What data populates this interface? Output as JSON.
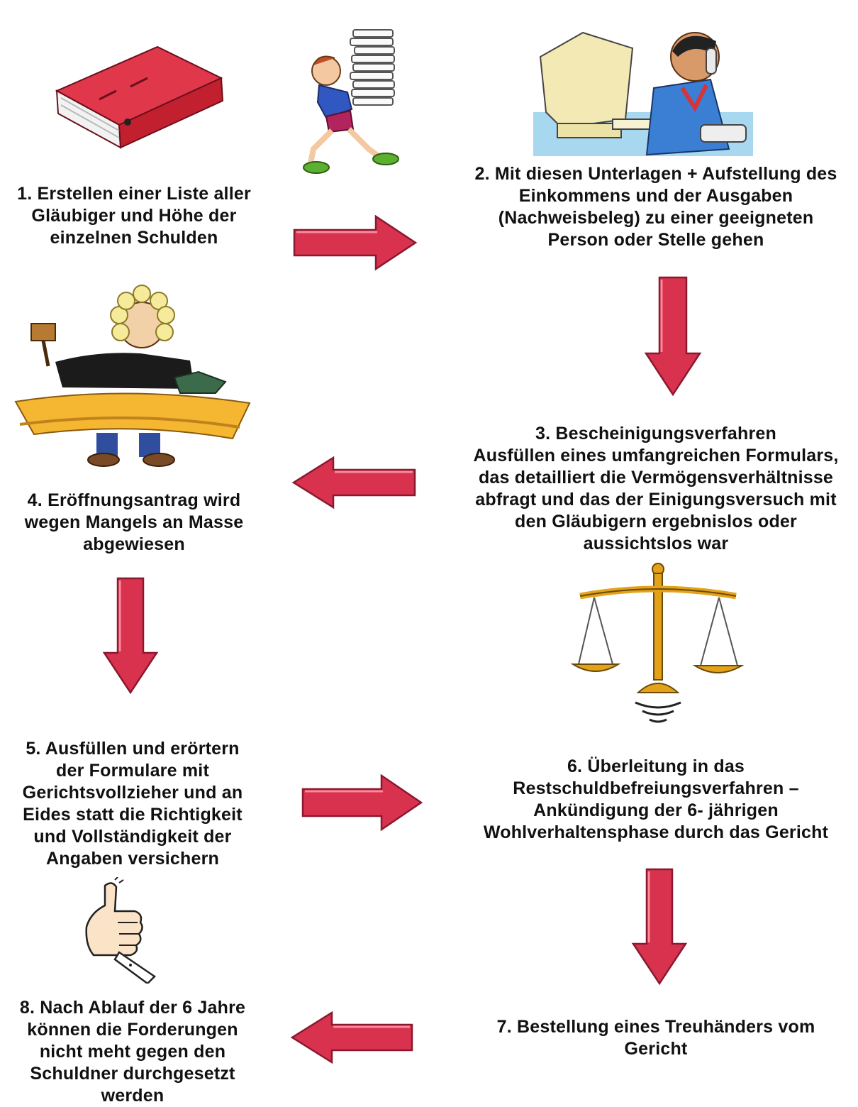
{
  "steps": [
    {
      "id": "s1",
      "text": "1. Erstellen einer Liste aller\nGläubiger und Höhe der\neinzelnen Schulden"
    },
    {
      "id": "s2",
      "text": "2. Mit diesen Unterlagen + Aufstellung des\nEinkommens und der Ausgaben\n(Nachweisbeleg) zu einer geeigneten\nPerson oder Stelle gehen"
    },
    {
      "id": "s3",
      "text": "3. Bescheinigungsverfahren\nAusfüllen eines umfangreichen Formulars,\ndas detailliert die Vermögensverhältnisse\nabfragt und das der Einigungsversuch mit\nden Gläubigern ergebnislos oder\naussichtslos war"
    },
    {
      "id": "s4",
      "text": "4. Eröffnungsantrag wird\nwegen Mangels an Masse\nabgewiesen"
    },
    {
      "id": "s5",
      "text": "5. Ausfüllen und erörtern\nder Formulare mit\nGerichtsvollzieher und an\nEides statt die Richtigkeit\nund Vollständigkeit der\nAngaben versichern"
    },
    {
      "id": "s6",
      "text": "6. Überleitung in das\nRestschuldbefreiungsverfahren –\nAnkündigung der 6- jährigen\nWohlverhaltensphase durch das Gericht"
    },
    {
      "id": "s7",
      "text": "7. Bestellung eines Treuhänders vom\nGericht"
    },
    {
      "id": "s8",
      "text": "8. Nach Ablauf der 6 Jahre\nkönnen die Forderungen\nnicht meht gegen den\nSchuldner durchgesetzt\nwerden"
    }
  ],
  "colors": {
    "arrow_fill": "#d8324f",
    "arrow_edge": "#8a1830",
    "binder": "#d42a3c",
    "monitor": "#f3e9b4",
    "gold": "#e3a21a",
    "desk": "#f5b731"
  },
  "icons": [
    "binder-icon",
    "paper-stack-person-icon",
    "office-worker-icon",
    "judge-icon",
    "scales-icon",
    "thumbs-up-icon"
  ]
}
